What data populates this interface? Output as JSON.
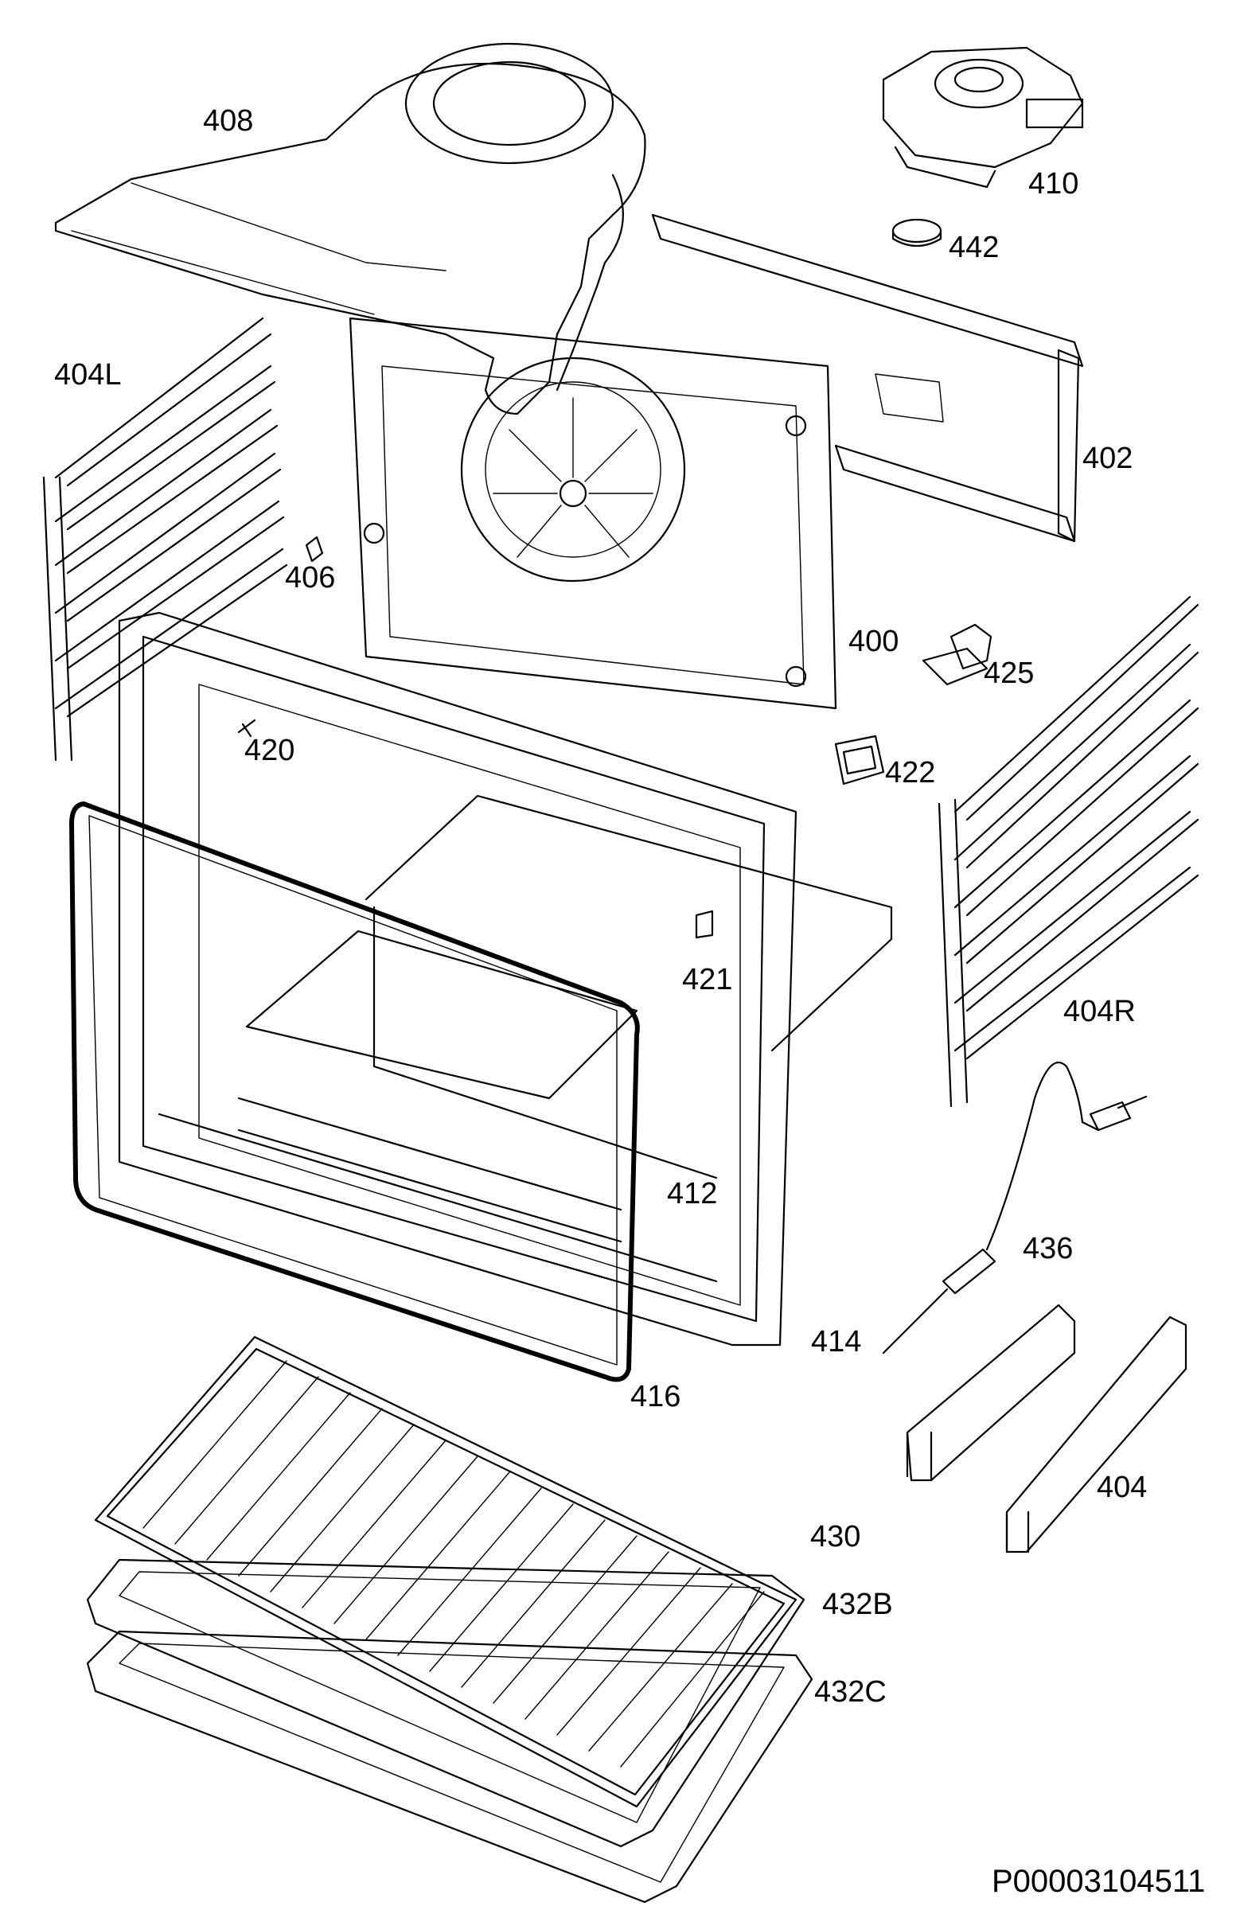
{
  "diagram": {
    "reference_code": "P00003104511",
    "part_labels": {
      "p408": "408",
      "p410": "410",
      "p442": "442",
      "p404L": "404L",
      "p402": "402",
      "p406": "406",
      "p400": "400",
      "p425": "425",
      "p420": "420",
      "p422": "422",
      "p421": "421",
      "p404R": "404R",
      "p412": "412",
      "p436": "436",
      "p414": "414",
      "p416": "416",
      "p404": "404",
      "p430": "430",
      "p432B": "432B",
      "p432C": "432C"
    }
  }
}
